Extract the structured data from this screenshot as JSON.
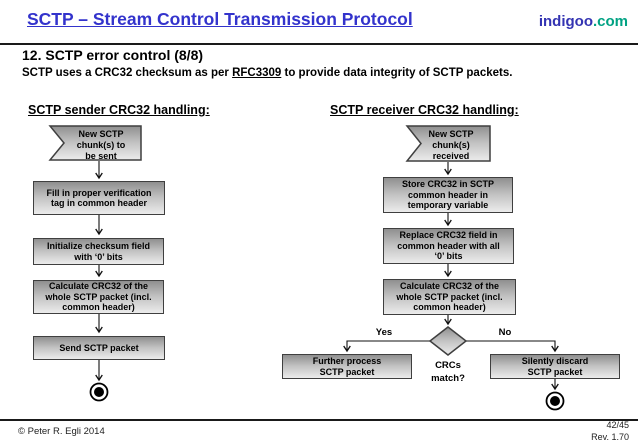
{
  "header": {
    "title": "SCTP – Stream Control Transmission Protocol",
    "brand_name": "indigoo",
    "brand_tld": ".com"
  },
  "slide": {
    "heading": "12. SCTP error control (8/8)",
    "intro_prefix": "SCTP uses a CRC32 checksum as per ",
    "intro_link": "RFC3309",
    "intro_suffix": " to provide data integrity of SCTP packets."
  },
  "sender": {
    "title": "SCTP sender CRC32 handling:",
    "start": "New SCTP\nchunk(s) to\nbe sent",
    "steps": [
      "Fill in proper verification\ntag in common header",
      "Initialize checksum field\nwith ‘0’ bits",
      "Calculate CRC32 of the\nwhole SCTP packet (incl.\ncommon header)",
      "Send SCTP packet"
    ]
  },
  "receiver": {
    "title": "SCTP receiver CRC32 handling:",
    "start": "New SCTP\nchunk(s)\nreceived",
    "steps": [
      "Store CRC32 in SCTP\ncommon header in\ntemporary variable",
      "Replace CRC32 field in\ncommon header with all\n‘0’ bits",
      "Calculate CRC32 of the\nwhole SCTP packet (incl.\ncommon header)"
    ],
    "decision": "CRCs\nmatch?",
    "yes_label": "Yes",
    "no_label": "No",
    "yes_action": "Further process\nSCTP packet",
    "no_action": "Silently discard\nSCTP packet"
  },
  "footer": {
    "copyright": "© Peter R. Egli 2014",
    "page": "42/45",
    "revision": "Rev. 1.70"
  },
  "colors": {
    "title_blue": "#3333cc",
    "brand_indigo": "#3333b2",
    "brand_teal": "#00a283",
    "node_border": "#3f3f3f",
    "node_gradient_top": "#8f8f8f",
    "node_gradient_bottom": "#ececec"
  }
}
